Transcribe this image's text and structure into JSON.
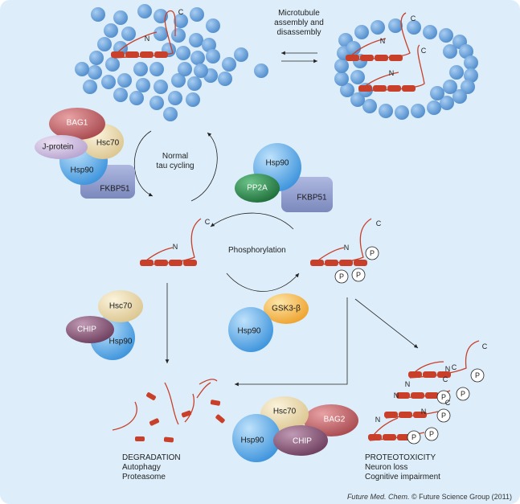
{
  "labels": {
    "mt_assembly": [
      "Microtubule",
      "assembly and",
      "disassembly"
    ],
    "cycling": [
      "Normal",
      "tau cycling"
    ],
    "phosphorylation": "Phosphorylation",
    "degradation": [
      "DEGRADATION",
      "Autophagy",
      "Proteasome"
    ],
    "proteotoxicity": [
      "PROTEOTOXICITY",
      "Neuron loss",
      "Cognitive impairment"
    ]
  },
  "proteins": {
    "bag1": "BAG1",
    "hsc70": "Hsc70",
    "jprotein": "J-protein",
    "hsp90": "Hsp90",
    "fkbp51": "FKBP51",
    "pp2a": "PP2A",
    "chip": "CHIP",
    "gsk3b": "GSK3-β",
    "bag2": "BAG2"
  },
  "termini": {
    "n": "N",
    "c": "C"
  },
  "phospho": "P",
  "caption": {
    "journal": "Future Med. Chem.",
    "rest": " © Future Science Group (2011)"
  },
  "colors": {
    "background": "#ddeefa",
    "tubulin": "#6fa6dc",
    "tau": "#c8402a",
    "bag1": "#b85a5e",
    "hsc70": "#efe0b4",
    "jprotein": "#cfc0e0",
    "hsp90": "#4aa0e4",
    "fkbp51": "#8a98c8",
    "pp2a": "#2e8a4e",
    "chip": "#8c5a78",
    "gsk3b": "#f0b040",
    "bag2": "#b85a5e"
  }
}
